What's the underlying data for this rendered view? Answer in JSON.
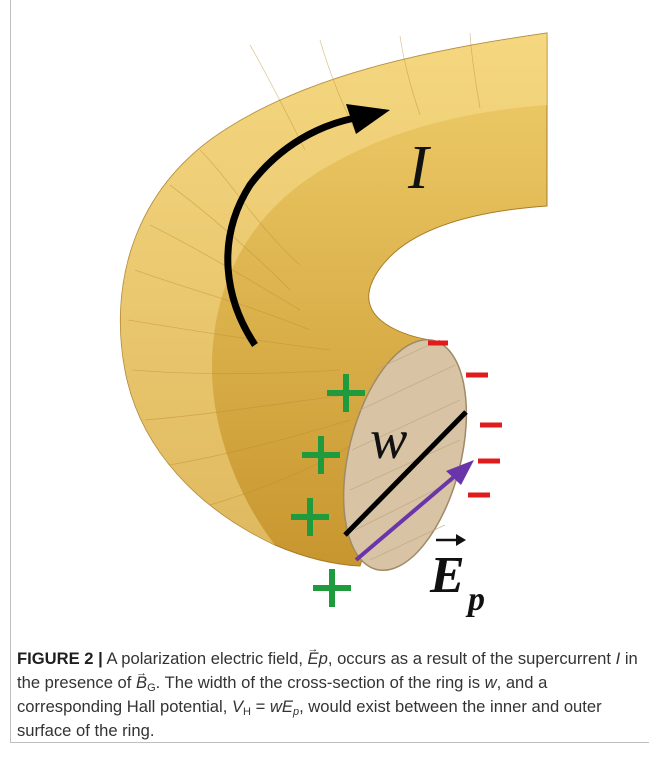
{
  "figure": {
    "labels": {
      "current": "I",
      "width": "w",
      "field_base": "E",
      "field_sub": "p",
      "plus": "+",
      "minus": "−"
    },
    "colors": {
      "ring": "#e3b84a",
      "ring_dark": "#b7872a",
      "cross_section": "#d6c2a2",
      "plus": "#1f9a3c",
      "minus": "#e01b1b",
      "field_arrow": "#6a35a8",
      "current_arrow": "#000000"
    },
    "icons": [
      "current-arrow-icon",
      "plus-sign-icon",
      "minus-sign-icon",
      "field-arrow-icon"
    ]
  },
  "caption": {
    "label": "FIGURE 2 |",
    "t1": " A polarization electric field, ",
    "ep_E": "E",
    "ep_p": "p",
    "t2": ", occurs as a result of the supercurrent ",
    "I": "I",
    "t3": " in the presence of ",
    "bg_B": "B",
    "bg_G": "G",
    "t4": ". The width of the cross-section of the ring is ",
    "w": "w",
    "t5": ", and a corresponding Hall potential, ",
    "vh_V": "V",
    "vh_H": "H",
    "t6": " = ",
    "vh_w": "wE",
    "vh_p": "p",
    "t7": ", would exist between the inner and outer surface of the ring."
  }
}
